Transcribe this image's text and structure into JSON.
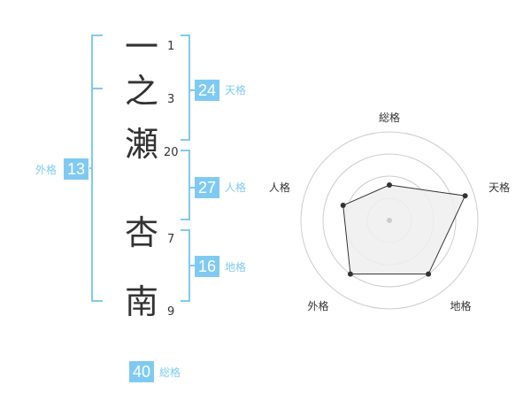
{
  "name": {
    "chars": [
      {
        "char": "一",
        "strokes": "1"
      },
      {
        "char": "之",
        "strokes": "3"
      },
      {
        "char": "瀬",
        "strokes": "20"
      },
      {
        "char": "杏",
        "strokes": "7"
      },
      {
        "char": "南",
        "strokes": "9"
      }
    ]
  },
  "fortunes": {
    "tenkaku": {
      "value": "24",
      "label": "天格"
    },
    "jinkaku": {
      "value": "27",
      "label": "人格"
    },
    "chikaku": {
      "value": "16",
      "label": "地格"
    },
    "gaikaku": {
      "value": "13",
      "label": "外格"
    },
    "soukaku": {
      "value": "40",
      "label": "総格"
    }
  },
  "colors": {
    "accent": "#7fcaf2",
    "bracket": "#7fcaf2",
    "text": "#333333",
    "radar_fill": "#efefef",
    "radar_grid": "#cccccc"
  },
  "chart_data": {
    "type": "radar",
    "axes": [
      "総格",
      "天格",
      "地格",
      "外格",
      "人格"
    ],
    "values": [
      40,
      90,
      75,
      75,
      55
    ],
    "max": 100,
    "rings": 4
  }
}
